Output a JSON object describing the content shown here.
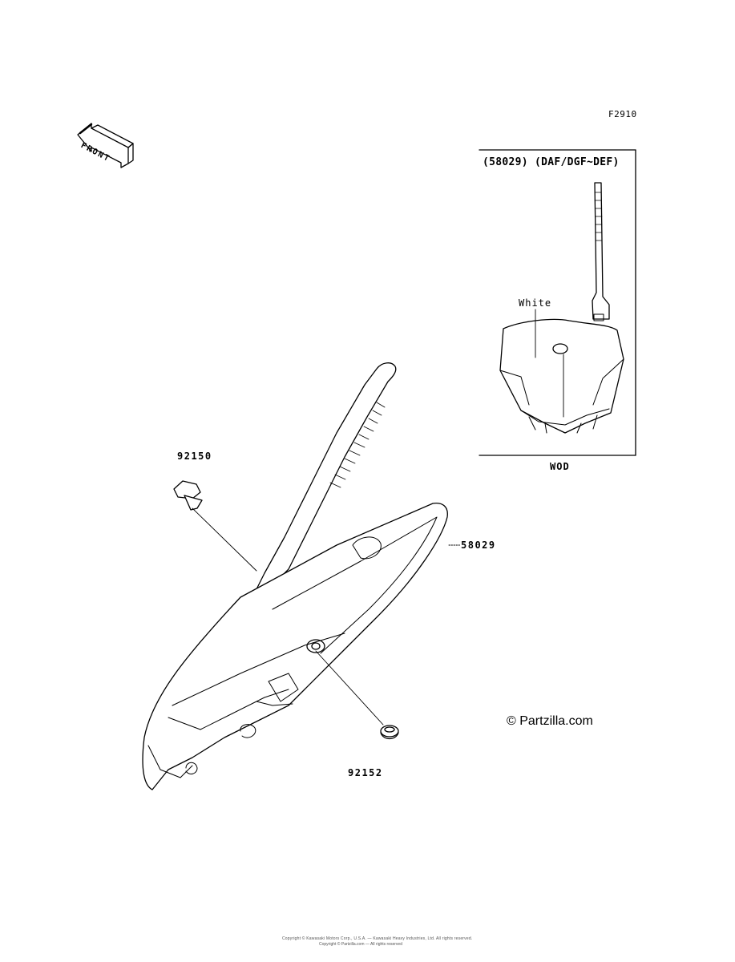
{
  "diagram": {
    "code": "F2910",
    "front_label": "FRONT",
    "inset": {
      "title": "(58029)  (DAF/DGF~DEF)",
      "color_label": "White",
      "caption": "WOD"
    },
    "callouts": [
      {
        "id": "92150"
      },
      {
        "id": "58029"
      },
      {
        "id": "92152"
      }
    ],
    "watermark": "© Partzilla.com",
    "footer": {
      "line1": "Copyright © Kawasaki Motors Corp., U.S.A. — Kawasaki Heavy Industries, Ltd. All rights reserved.",
      "line2": "Copyright © Partzilla.com — All rights reserved"
    }
  }
}
